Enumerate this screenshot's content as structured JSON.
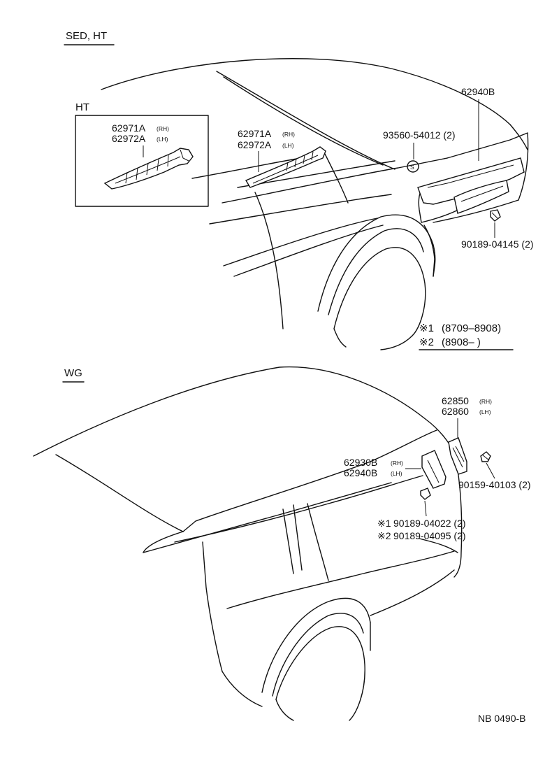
{
  "sections": {
    "sedan_ht": {
      "title": "SED, HT",
      "inset_title": "HT",
      "inset_part_a": "62971A",
      "inset_part_a_side": "(RH)",
      "inset_part_b": "62972A",
      "inset_part_b_side": "(LH)",
      "part_a": "62971A",
      "part_a_side": "(RH)",
      "part_b": "62972A",
      "part_b_side": "(LH)",
      "part_c": "62940B",
      "part_d": "93560-54012 (2)",
      "part_e": "90189-04145 (2)",
      "s_mark": "S"
    },
    "notes": {
      "mark1": "※1",
      "range1": "(8709–8908)",
      "mark2": "※2",
      "range2": "(8908–     )"
    },
    "wagon": {
      "title": "WG",
      "part_a": "62850",
      "part_a_side": "(RH)",
      "part_b": "62860",
      "part_b_side": "(LH)",
      "part_c": "62930B",
      "part_c_side": "(RH)",
      "part_d": "62940B",
      "part_d_side": "(LH)",
      "part_e": "90159-40103 (2)",
      "mark1": "※1",
      "part_f": "90189-04022 (2)",
      "mark2": "※2",
      "part_g": "90189-04095 (2)"
    }
  },
  "footer": {
    "ref": "NB  0490-B"
  }
}
